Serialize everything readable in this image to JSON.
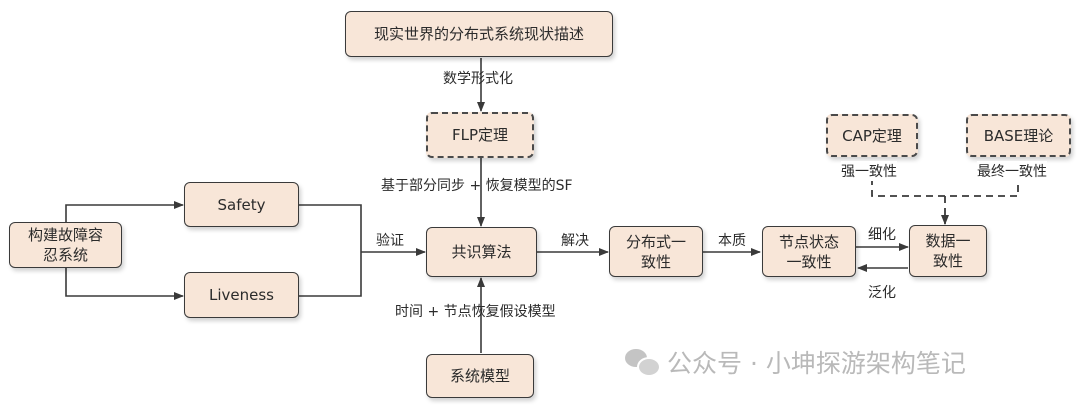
{
  "nodes": {
    "top_desc": "现实世界的分布式系统现状描述",
    "flp": "FLP定理",
    "safety": "Safety",
    "liveness": "Liveness",
    "fault_tol": "构建故障容\n忍系统",
    "consensus": "共识算法",
    "sys_model": "系统模型",
    "dist_consistency": "分布式一\n致性",
    "node_consistency": "节点状态\n一致性",
    "data_consistency": "数据一\n致性",
    "cap": "CAP定理",
    "base": "BASE理论"
  },
  "edge_labels": {
    "formalize": "数学形式化",
    "flp_to_consensus": "基于部分同步 + 恢复模型的SF",
    "verify": "验证",
    "model_to_consensus": "时间 + 节点恢复假设模型",
    "solve": "解决",
    "essence": "本质",
    "refine": "细化",
    "generalize": "泛化",
    "strong": "强一致性",
    "eventual": "最终一致性"
  },
  "watermark": {
    "text": "公众号 · 小坤探游架构笔记",
    "icon": "wechat-icon"
  },
  "colors": {
    "box_fill": "#f8e6d8",
    "box_border": "#3a3a3a",
    "arrow": "#3a3a3a",
    "watermark": "#b9b9b9"
  }
}
